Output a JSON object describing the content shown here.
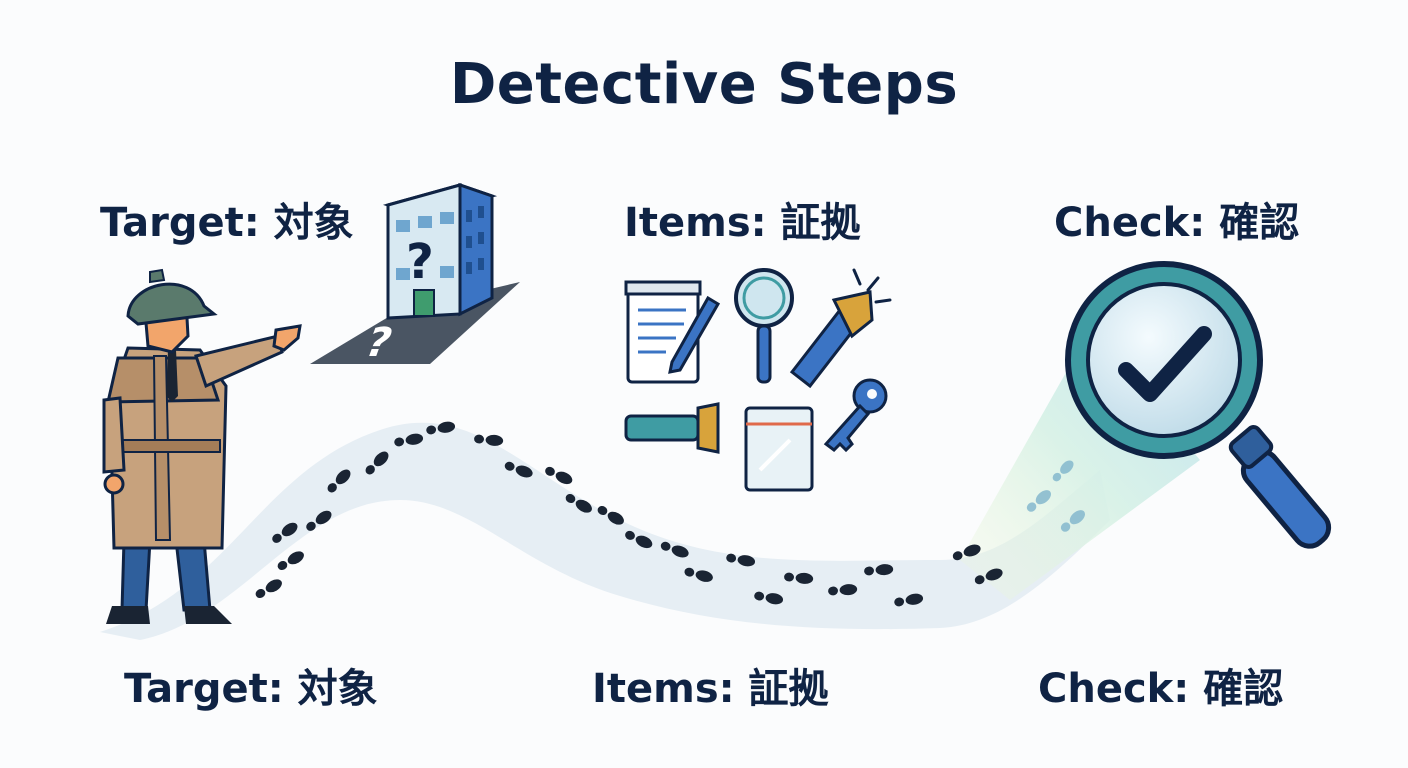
{
  "title": "Detective Steps",
  "steps": [
    {
      "top_label": "Target: 対象",
      "bottom_label": "Target: 対象"
    },
    {
      "top_label": "Items: 証拠",
      "bottom_label": "Items: 証拠"
    },
    {
      "top_label": "Check: 確認",
      "bottom_label": "Check: 確認"
    }
  ],
  "icons": {
    "building_mark": "?",
    "shadow_mark": "?"
  },
  "colors": {
    "navy": "#0f2344",
    "coat": "#c7a27d",
    "blue": "#3b74c4",
    "teal": "#3f9ca3",
    "path": "#e3ecf3"
  }
}
